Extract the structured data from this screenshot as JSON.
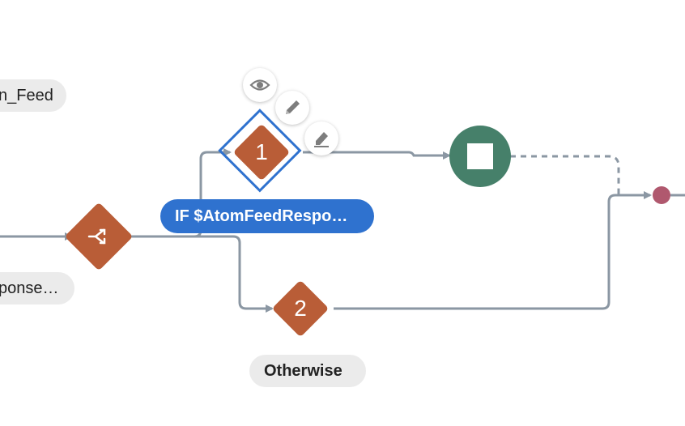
{
  "labels": {
    "feed_pill": "n_Feed",
    "response_pill": "ponse…",
    "condition_pill": "IF $AtomFeedRespo…",
    "otherwise_pill": "Otherwise"
  },
  "nodes": {
    "branch1_number": "1",
    "branch2_number": "2"
  },
  "icons": {
    "switch": "route-split-icon",
    "stop": "stop-icon",
    "view": "eye-icon",
    "edit": "pencil-icon",
    "clear": "eraser-icon"
  },
  "colors": {
    "node_orange": "#b95d37",
    "end_green": "#46806a",
    "selection_blue": "#2f72cf",
    "connector_gray": "#8b97a3",
    "merge_dot": "#b0586e"
  }
}
